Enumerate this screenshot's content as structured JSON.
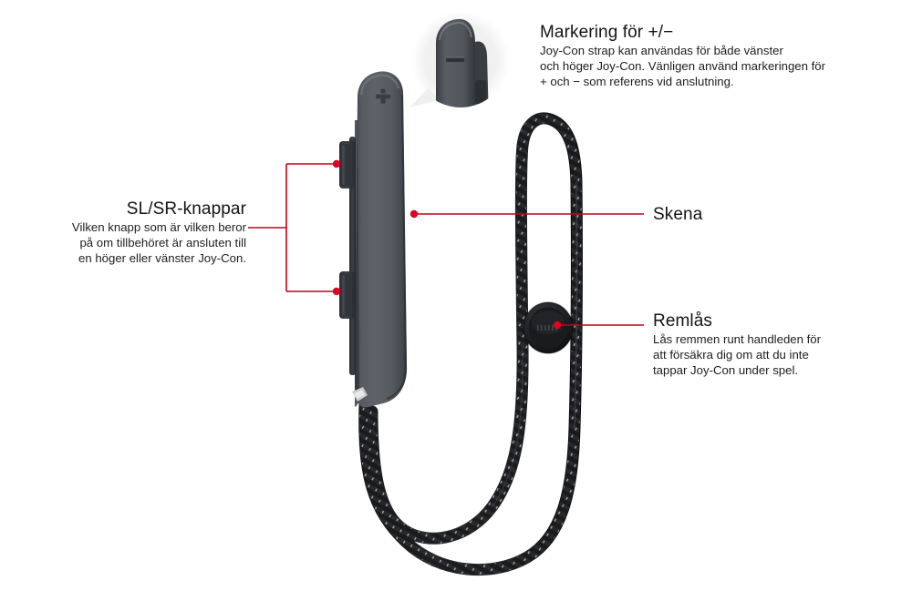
{
  "page": {
    "background_color": "#ffffff",
    "leader_color": "#c10019",
    "body_color": "#4a4f55",
    "cord_color": "#1b1c1e"
  },
  "annotations": [
    {
      "id": "plusminus",
      "heading": "Markering för +/−",
      "lines": [
        "Joy-Con strap kan användas för både vänster",
        "och höger Joy-Con. Vänligen använd markeringen för",
        "+ och − som referens vid anslutning."
      ]
    },
    {
      "id": "slsr",
      "heading": "SL/SR-knappar",
      "lines": [
        "Vilken knapp som är vilken beror",
        "på om tillbehöret är ansluten till",
        "en höger eller vänster Joy-Con."
      ]
    },
    {
      "id": "skena",
      "heading": "Skena",
      "lines": []
    },
    {
      "id": "remlas",
      "heading": "Remlås",
      "lines": [
        "Lås remmen runt handleden för",
        "att försäkra dig om att du inte",
        "tappar Joy-Con under spel."
      ]
    }
  ],
  "product": {
    "name": "Joy-Con strap",
    "markings": {
      "plus": "+",
      "minus": "−"
    },
    "parts": {
      "rail": "Skena",
      "strap_lock": "Remlås",
      "sl_sr_buttons": "SL/SR-knappar",
      "magnifier_callout": "minus-marking-detail"
    }
  }
}
